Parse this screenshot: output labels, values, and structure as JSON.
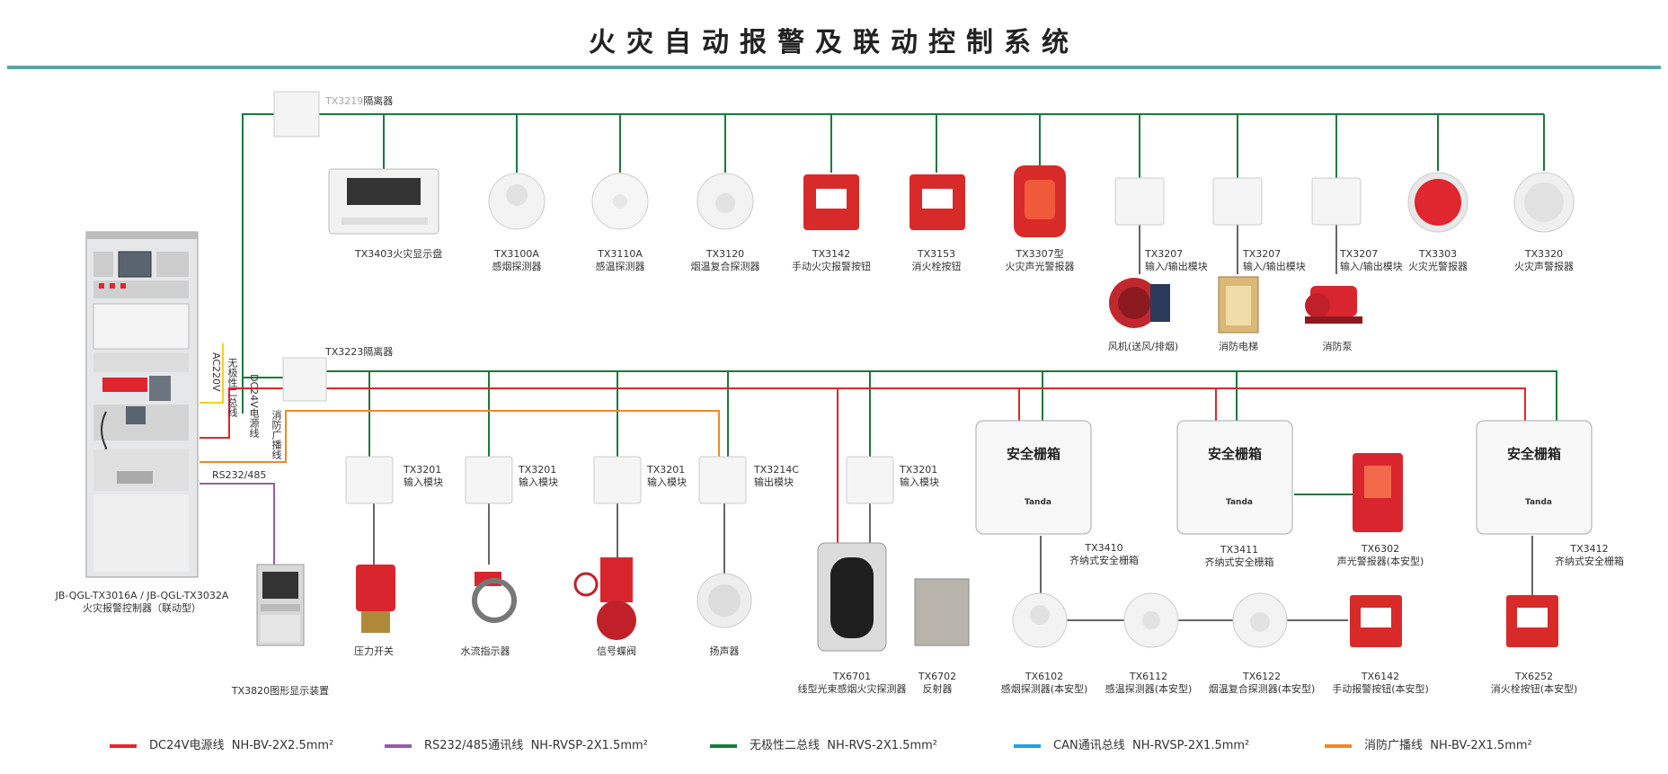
{
  "title": "火灾自动报警及联动控制系统",
  "controller": {
    "model": "JB-QGL-TX3016A / JB-QGL-TX3032A",
    "name": "火灾报警控制器（联动型）"
  },
  "line_labels": {
    "ac220": "AC220V",
    "bus": "无极性二总线",
    "dc24": "DC24V电源线",
    "broadcast": "消防广播线",
    "rs232": "RS232/485"
  },
  "isolators": {
    "top": {
      "model": "TX3219",
      "name": "隔离器"
    },
    "mid": {
      "model": "TX3223",
      "name": "隔离器"
    }
  },
  "top_devices": [
    {
      "model": "TX3403",
      "name": "火灾显示盘"
    },
    {
      "model": "TX3100A",
      "name": "感烟探测器"
    },
    {
      "model": "TX3110A",
      "name": "感温探测器"
    },
    {
      "model": "TX3120",
      "name": "烟温复合探测器"
    },
    {
      "model": "TX3142",
      "name": "手动火灾报警按钮"
    },
    {
      "model": "TX3153",
      "name": "消火栓按钮"
    },
    {
      "model": "TX3307型",
      "name": "火灾声光警报器"
    },
    {
      "model": "TX3207",
      "name": "输入/输出模块"
    },
    {
      "model": "TX3207",
      "name": "输入/输出模块"
    },
    {
      "model": "TX3207",
      "name": "输入/输出模块"
    },
    {
      "model": "TX3303",
      "name": "火灾光警报器"
    },
    {
      "model": "TX3320",
      "name": "火灾声警报器"
    }
  ],
  "linkage": [
    "风机(送风/排烟)",
    "消防电梯",
    "消防泵"
  ],
  "modules": [
    {
      "model": "TX3201",
      "name": "输入模块"
    },
    {
      "model": "TX3201",
      "name": "输入模块"
    },
    {
      "model": "TX3201",
      "name": "输入模块"
    },
    {
      "model": "TX3214C",
      "name": "输出模块"
    },
    {
      "model": "TX3201",
      "name": "输入模块"
    }
  ],
  "field_devices": [
    "压力开关",
    "水流指示器",
    "信号蝶阀",
    "扬声器"
  ],
  "beam": {
    "model": "TX6701",
    "name": "线型光束感烟火灾探测器"
  },
  "reflector": {
    "model": "TX6702",
    "name": "反射器"
  },
  "barrier_title": "安全栅箱",
  "barrier_brand": "Tanda",
  "barriers": [
    {
      "model": "TX3410",
      "name": "齐纳式安全栅箱"
    },
    {
      "model": "TX3411",
      "name": "齐纳式安全栅箱"
    },
    {
      "model": "TX3412",
      "name": "齐纳式安全栅箱"
    }
  ],
  "tx6302": {
    "model": "TX6302",
    "name": "声光警报器(本安型)"
  },
  "ex_devices": [
    {
      "model": "TX6102",
      "name": "感烟探测器(本安型)"
    },
    {
      "model": "TX6112",
      "name": "感温探测器(本安型)"
    },
    {
      "model": "TX6122",
      "name": "烟温复合探测器(本安型)"
    },
    {
      "model": "TX6142",
      "name": "手动报警按钮(本安型)"
    },
    {
      "model": "TX6252",
      "name": "消火栓按钮(本安型)"
    }
  ],
  "graphic": {
    "name": "TX3820图形显示装置"
  },
  "legend": [
    {
      "label": "DC24V电源线",
      "spec": "NH-BV-2X2.5mm²",
      "color": "#e0262e"
    },
    {
      "label": "RS232/485通讯线",
      "spec": "NH-RVSP-2X1.5mm²",
      "color": "#9a5ca8"
    },
    {
      "label": "无极性二总线",
      "spec": "NH-RVS-2X1.5mm²",
      "color": "#1a7a3a"
    },
    {
      "label": "CAN通讯总线",
      "spec": "NH-RVSP-2X1.5mm²",
      "color": "#1ea0e0"
    },
    {
      "label": "消防广播线",
      "spec": "NH-BV-2X1.5mm²",
      "color": "#f08a1e"
    }
  ]
}
